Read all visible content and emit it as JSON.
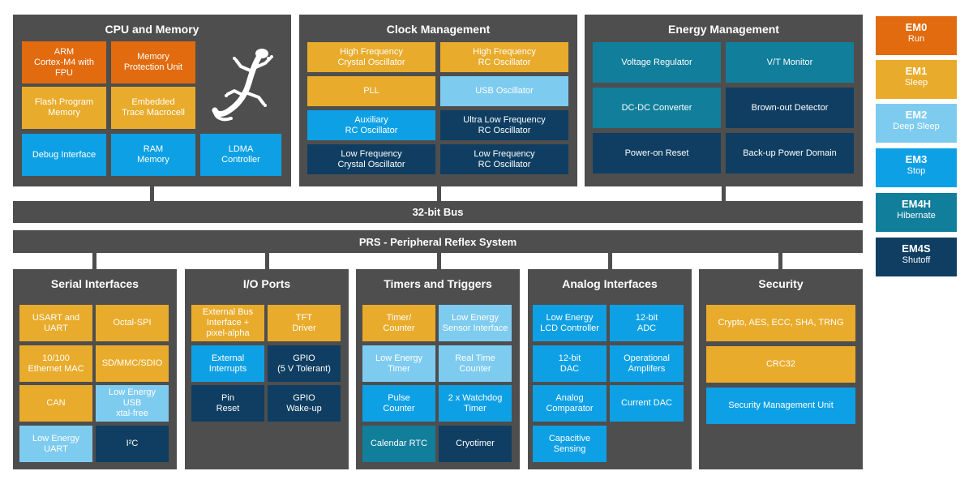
{
  "cpu": {
    "title": "CPU and Memory",
    "blocks": [
      "ARM\nCortex-M4 with FPU",
      "Memory\nProtection Unit",
      "Flash Program\nMemory",
      "Embedded\nTrace Macrocell",
      "Debug Interface",
      "RAM\nMemory",
      "LDMA\nController"
    ]
  },
  "clock": {
    "title": "Clock Management",
    "blocks": [
      "High Frequency\nCrystal Oscillator",
      "High Frequency\nRC Oscillator",
      "PLL",
      "USB Oscillator",
      "Auxiliary\nRC Oscillator",
      "Ultra Low Frequency\nRC Oscillator",
      "Low Frequency\nCrystal Oscillator",
      "Low Frequency\nRC Oscillator"
    ]
  },
  "energy": {
    "title": "Energy Management",
    "blocks": [
      "Voltage Regulator",
      "V/T Monitor",
      "DC-DC Converter",
      "Brown-out Detector",
      "Power-on Reset",
      "Back-up Power Domain"
    ]
  },
  "bus": {
    "label": "32-bit Bus"
  },
  "prs": {
    "label": "PRS - Peripheral Reflex System"
  },
  "serial": {
    "title": "Serial Interfaces",
    "blocks": [
      "USART and\nUART",
      "Octal-SPI",
      "10/100\nEthernet MAC",
      "SD/MMC/SDIO",
      "CAN",
      "Low Energy USB\nxtal-free",
      "Low Energy\nUART",
      "I²C"
    ]
  },
  "io": {
    "title": "I/O Ports",
    "blocks": [
      "External Bus\nInterface +\npixel-alpha",
      "TFT\nDriver",
      "External\nInterrupts",
      "GPIO\n(5 V Tolerant)",
      "Pin\nReset",
      "GPIO\nWake-up"
    ]
  },
  "timers": {
    "title": "Timers and Triggers",
    "blocks": [
      "Timer/\nCounter",
      "Low Energy\nSensor Interface",
      "Low Energy\nTimer",
      "Real Time\nCounter",
      "Pulse\nCounter",
      "2 x Watchdog\nTimer",
      "Calendar RTC",
      "Cryotimer"
    ]
  },
  "analog": {
    "title": "Analog Interfaces",
    "blocks": [
      "Low Energy\nLCD Controller",
      "12-bit\nADC",
      "12-bit\nDAC",
      "Operational\nAmplifers",
      "Analog\nComparator",
      "Current DAC",
      "Capacitive\nSensing"
    ]
  },
  "security": {
    "title": "Security",
    "blocks": [
      "Crypto, AES, ECC, SHA, TRNG",
      "CRC32",
      "Security Management Unit"
    ]
  },
  "legend": [
    {
      "name": "EM0",
      "desc": "Run",
      "color": "#e16b0e"
    },
    {
      "name": "EM1",
      "desc": "Sleep",
      "color": "#e9ab2b"
    },
    {
      "name": "EM2",
      "desc": "Deep Sleep",
      "color": "#7ecbf0"
    },
    {
      "name": "EM3",
      "desc": "Stop",
      "color": "#0ea0e4"
    },
    {
      "name": "EM4H",
      "desc": "Hibernate",
      "color": "#117e9b"
    },
    {
      "name": "EM4S",
      "desc": "Shutoff",
      "color": "#0f3e62"
    }
  ]
}
